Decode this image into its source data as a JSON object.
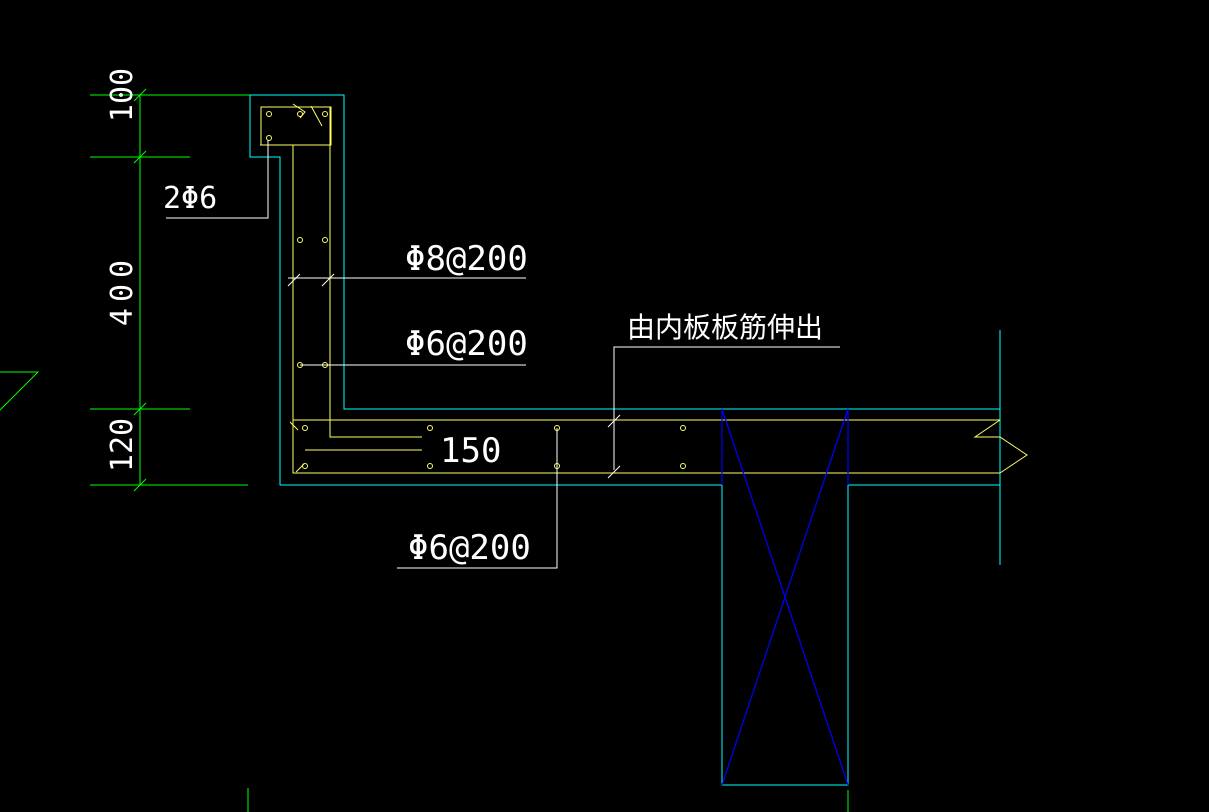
{
  "colors": {
    "background": "#000000",
    "dimension": "#00ff00",
    "outline": "#00ffff",
    "rebar": "#ffff66",
    "leader_text": "#ffffff",
    "cross": "#0000ff"
  },
  "dimensions": {
    "d_top": "100",
    "d_mid": "400",
    "d_bottom": "120"
  },
  "labels": {
    "corner_bars": "2Φ6",
    "stirrup_vertical": "Φ8@200",
    "vertical_bars": "Φ6@200",
    "slab_note": "由内板板筋伸出",
    "slab_thickness": "150",
    "slab_bottom_bars": "Φ6@200"
  }
}
